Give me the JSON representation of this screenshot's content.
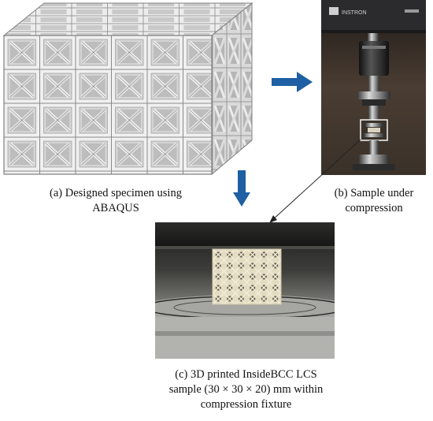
{
  "panels": {
    "a": {
      "caption_lines": [
        "(a) Designed specimen using",
        "ABAQUS"
      ]
    },
    "b": {
      "caption_lines": [
        "(b) Sample under",
        "compression"
      ],
      "machine_brand": "INSTRON"
    },
    "c": {
      "caption_lines": [
        "(c) 3D printed InsideBCC LCS",
        "sample (30 × 30 × 20) mm within",
        "compression fixture"
      ]
    }
  },
  "colors": {
    "arrow": "#1f5fa3",
    "lattice_light": "#e6e6e6",
    "lattice_dark": "#8a8a8a"
  }
}
